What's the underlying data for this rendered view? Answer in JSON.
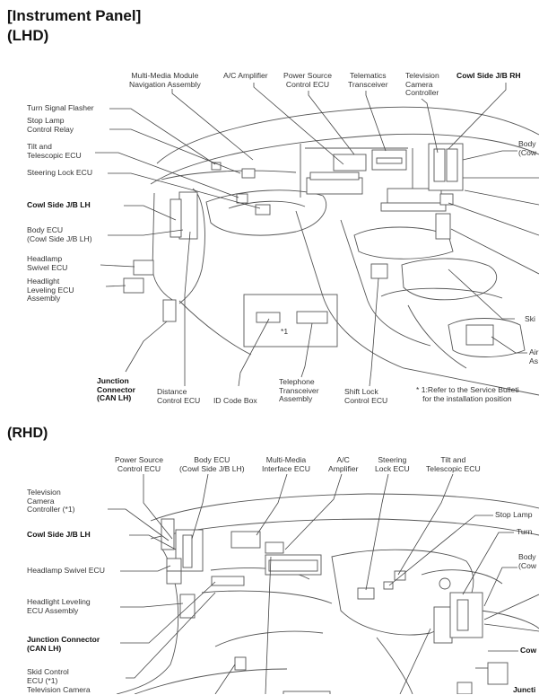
{
  "header": {
    "title": "[Instrument Panel]",
    "subtitle": "(LHD)"
  },
  "lhd": {
    "labels": {
      "multi_media_module": "Multi-Media Module\nNavigation Assembly",
      "ac_amplifier": "A/C Amplifier",
      "power_source_ecu": "Power Source\nControl ECU",
      "telematics": "Telematics\nTransceiver",
      "tv_camera_controller": "Television\nCamera\nController",
      "cowl_side_jb_rh": "Cowl Side J/B RH",
      "body_ecu_right": "Body\n(Cow",
      "turn_signal_flasher": "Turn Signal Flasher",
      "stop_lamp_relay": "Stop Lamp\nControl Relay",
      "tilt_telescopic_ecu": "Tilt and\nTelescopic ECU",
      "steering_lock_ecu": "Steering Lock ECU",
      "cowl_side_jb_lh": "Cowl Side J/B LH",
      "body_ecu": "Body ECU\n(Cowl Side J/B LH)",
      "headlamp_swivel_ecu": "Headlamp\nSwivel ECU",
      "headlight_leveling_ecu": "Headlight\nLeveling ECU\nAssembly",
      "junction_connector": "Junction\nConnector\n(CAN LH)",
      "distance_control_ecu": "Distance\nControl ECU",
      "id_code_box": "ID Code Box",
      "telephone_transceiver": "Telephone\nTransceiver\nAssembly",
      "shift_lock_ecu": "Shift Lock\nControl ECU",
      "skid": "Ski",
      "air": "Air\nAs",
      "inset_note": "*1",
      "footnote": "* 1:Refer to the Service Bulleti\n   for the installation position"
    }
  },
  "rhd": {
    "section_title": "(RHD)",
    "labels": {
      "power_source_ecu": "Power Source\nControl ECU",
      "body_ecu": "Body ECU\n(Cowl Side J/B LH)",
      "multi_media_interface": "Multi-Media\nInterface ECU",
      "ac_amplifier": "A/C\nAmplifier",
      "steering_lock_ecu": "Steering\nLock ECU",
      "tilt_telescopic_ecu": "Tilt and\nTelescopic ECU",
      "tv_camera_controller": "Television\nCamera\nController (*1)",
      "stop_lamp": "Stop Lamp",
      "turn": "Turn",
      "body_right": "Body\n(Cow",
      "cowl_side_jb_lh": "Cowl Side J/B LH",
      "headlamp_swivel_ecu": "Headlamp Swivel ECU",
      "headlight_leveling_ecu": "Headlight Leveling\nECU Assembly",
      "cow_right": "Cow",
      "junction_connector": "Junction Connector\n(CAN LH)",
      "skid_control_ecu": "Skid Control\nECU (*1)",
      "tv_camera": "Television Camera",
      "junct": "Juncti"
    }
  }
}
